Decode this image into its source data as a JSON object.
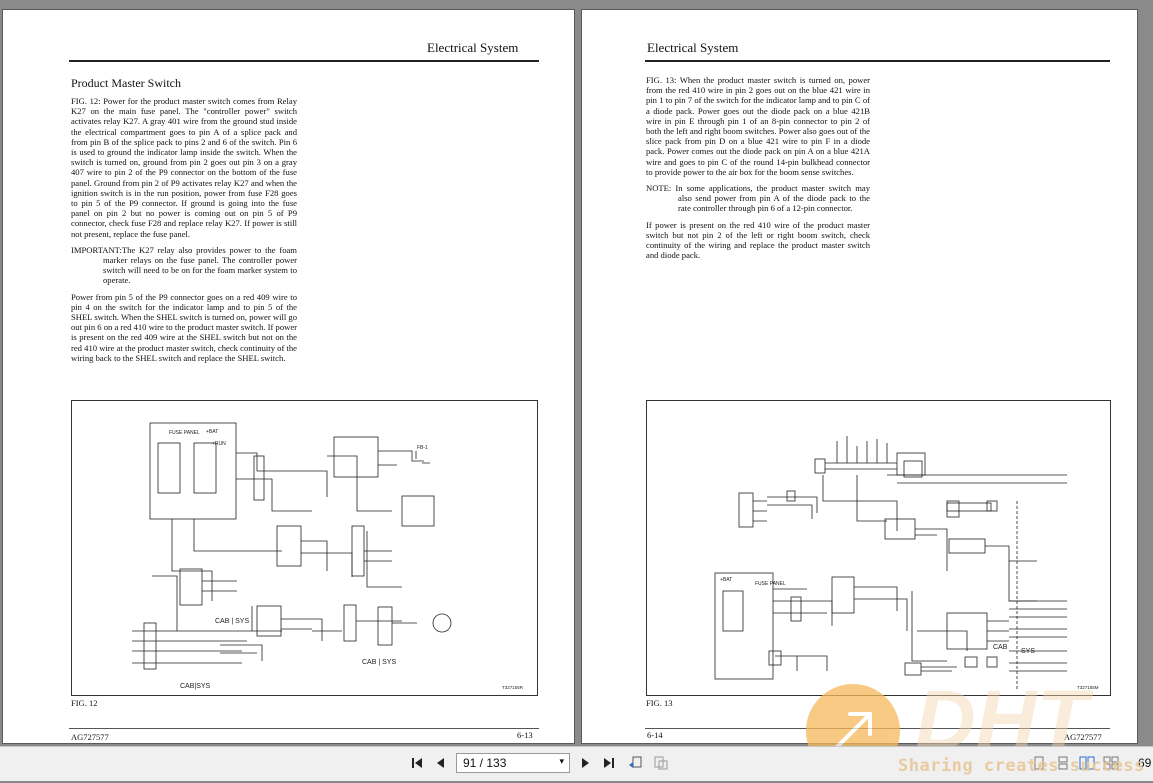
{
  "left_page": {
    "header": "Electrical System",
    "section_title": "Product Master Switch",
    "paragraphs": [
      "FIG. 12: Power for the product master switch comes from Relay K27 on the main fuse panel. The \"controller power\" switch activates relay K27. A gray 401 wire from the ground stud inside the electrical compartment goes to pin A of a splice pack and from pin B of the splice pack to pins 2 and 6 of the switch. Pin 6 is used to ground the indicator lamp inside the switch. When the switch is turned on, ground from pin 2 goes out pin 3 on a gray 407 wire to pin 2 of the P9 connector on the bottom of the fuse panel. Ground from pin 2 of P9 activates relay K27 and when the ignition switch is in the run position, power from fuse F28 goes to pin 5 of the P9 connector. If ground is going into the fuse panel on pin 2 but no power is coming out on pin 5 of P9 connector, check fuse F28 and replace relay K27. If power is still not present, replace the fuse panel.",
      "IMPORTANT:The K27 relay also provides power to the foam marker relays on the fuse panel. The controller power switch will need to be on for the foam marker system to operate.",
      "Power from pin 5 of the P9 connector goes on a red 409 wire to pin 4 on the switch for the indicator lamp and to pin 5 of the SHEL switch. When the SHEL switch is turned on, power will go out pin 6 on a red 410 wire to the product master switch. If power is present on the red 409 wire at the SHEL switch but not on the red 410 wire at the product master switch, check continuity of the wiring back to the SHEL switch and replace the SHEL switch."
    ],
    "diagram_labels": {
      "fuse_panel": "FUSE PANEL",
      "bat": "+BAT",
      "run": "+RUN",
      "fb1": "FB-1",
      "cab_sys_1": "CAB | SYS",
      "cab_sys_2": "CAB | SYS",
      "cab_sys_3": "CAB|SYS",
      "fig_code": "T327155R"
    },
    "fig_label": "FIG. 12",
    "footer_left": "AG727577",
    "footer_right": "6-13"
  },
  "right_page": {
    "header": "Electrical System",
    "paragraphs": [
      "FIG. 13: When the product master switch is turned on, power from the red 410 wire in pin 2 goes out on the blue 421 wire in pin 1 to pin 7 of the switch for the indicator lamp and to pin C of a diode pack. Power goes out the diode pack on a blue 421B wire in pin E through pin 1 of an 8-pin connector to pin 2 of both the left and right boom switches. Power also goes out of the slice pack from pin D on a blue 421 wire to pin F in a diode pack. Power comes out the diode pack on pin A on a blue 421A wire and goes to pin C of the round 14-pin bulkhead connector to provide power to the air box for the boom sense switches.",
      "NOTE: In some applications, the product master switch may also send power from pin A of the diode pack to the rate controller through pin 6 of a 12-pin connector.",
      "If power is present on the red 410 wire of the product master switch but not pin 2 of the left or right boom switch, check continuity of the wiring and replace the product master switch and diode pack."
    ],
    "diagram_labels": {
      "fuse_panel": "FUSE PANEL",
      "bat": "+BAT",
      "cab": "CAB",
      "sys": "SYS",
      "fig_code": "T327155M"
    },
    "fig_label": "FIG. 13",
    "footer_left": "6-14",
    "footer_right": "AG727577"
  },
  "toolbar": {
    "page_value": "91 / 133",
    "zoom_partial": "69"
  },
  "watermark": {
    "text": "Sharing creates success",
    "brand": "DHT"
  },
  "colors": {
    "background": "#8a8a8a",
    "page": "#ffffff",
    "toolbar": "#f0f0f0",
    "watermark": "#f5b85a"
  }
}
